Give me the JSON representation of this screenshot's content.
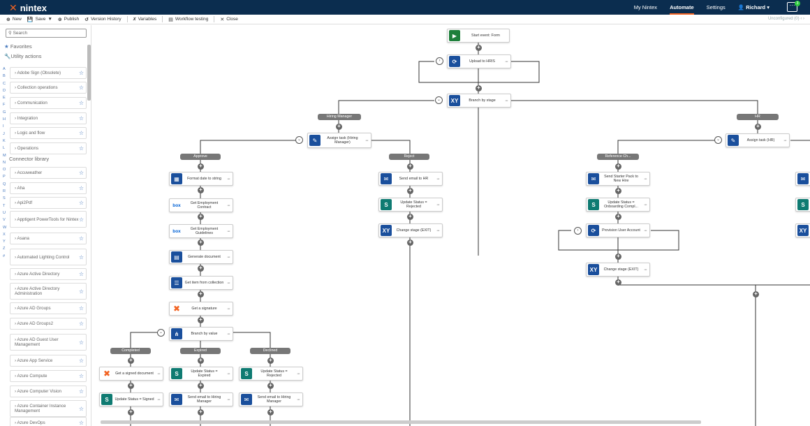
{
  "brand": {
    "name": "nintex"
  },
  "topnav": {
    "my_nintex": "My Nintex",
    "automate": "Automate",
    "settings": "Settings",
    "user": "Richard",
    "more": "···",
    "notif": "3"
  },
  "toolbar": {
    "new": "New",
    "save": "Save",
    "publish": "Publish",
    "version_history": "Version History",
    "variables": "Variables",
    "workflow_testing": "Workflow testing",
    "close": "Close",
    "status": "Unconfigured (0)"
  },
  "sidebar": {
    "search_placeholder": "Search",
    "favorites": "Favorites",
    "utility_actions": "Utility actions",
    "connector_library": "Connector library",
    "alphabet": [
      "A",
      "B",
      "C",
      "D",
      "E",
      "F",
      "G",
      "H",
      "I",
      "J",
      "K",
      "L",
      "M",
      "N",
      "O",
      "P",
      "Q",
      "R",
      "S",
      "T",
      "U",
      "V",
      "W",
      "X",
      "Y",
      "Z",
      "#"
    ],
    "utility": [
      "Adobe Sign (Obsolete)",
      "Collection operations",
      "Communication",
      "Integration",
      "Logic and flow",
      "Operations"
    ],
    "connectors": [
      "Accuweather",
      "Aha",
      "Api2Pdf",
      "Apptigent PowerTools for Nintex",
      "Asana",
      "Automated Lighting Control",
      "Azure Active Directory",
      "Azure Active Directory Administration",
      "Azure AD Groups",
      "Azure AD Groups2",
      "Azure AD Guest User Management",
      "Azure App Service",
      "Azure Compute",
      "Azure Computer Vision",
      "Azure Container Instance Management",
      "Azure DevOps"
    ]
  },
  "canvas": {
    "start": "Start event: Form",
    "upload": "Upload to HRIS",
    "branch_stage": "Branch by stage",
    "pill_hiring": "Hiring Manager",
    "pill_hr": "HR",
    "assign_hm": "Assign task (Hiring Manager)",
    "assign_hr": "Assign task (HR)",
    "pill_approve": "Approve",
    "pill_reject": "Reject",
    "pill_refcheck": "Reference Ch...",
    "format_date": "Format date to string",
    "get_contract": "Get Employment Contract",
    "get_guidelines": "Get Employment Guidelines",
    "generate_doc": "Generate document",
    "get_item": "Get item from collection",
    "get_signature": "Get a signature",
    "branch_value": "Branch by value",
    "send_hr": "Send email to HR",
    "update_rejected": "Update Status = Rejected",
    "change_exit": "Change stage (EXIT)",
    "send_starter": "Send Starter Pack to New Hire",
    "update_onboarding": "Update Status = Onboarding Compl...",
    "provision": "Provision User Account",
    "change_exit2": "Change stage (EXIT)",
    "pill_completed": "Completed",
    "pill_expired": "Expired",
    "pill_declined": "Declined",
    "get_signed": "Get a signed document",
    "update_expired": "Update Status = Expired",
    "update_rejected2": "Update Status = Rejected",
    "update_signed": "Update Status = Signed",
    "send_hm1": "Send email to Hiring Manager",
    "send_hm2": "Send email to Hiring Manager"
  }
}
